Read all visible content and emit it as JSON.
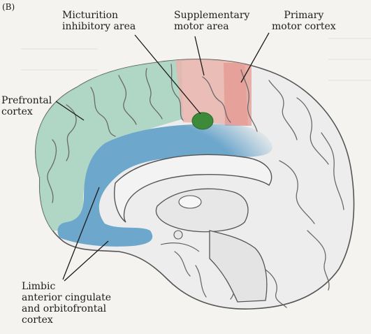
{
  "panel_label": "(B)",
  "labels": {
    "micturition": "Micturition\ninhibitory area",
    "supplementary": "Supplementary\nmotor area",
    "primary": "Primary\nmotor cortex",
    "prefrontal": "Prefrontal\ncortex",
    "limbic": "Limbic\nanterior cingulate\nand orbitofrontal\ncortex"
  },
  "colors": {
    "prefrontal": "#a9d3c0",
    "limbic": "#6ea7cc",
    "supplementary": "#e9b4ac",
    "primary": "#e49a90",
    "micturition": "#3c8a3a",
    "cortex_base": "#eeeeee"
  }
}
